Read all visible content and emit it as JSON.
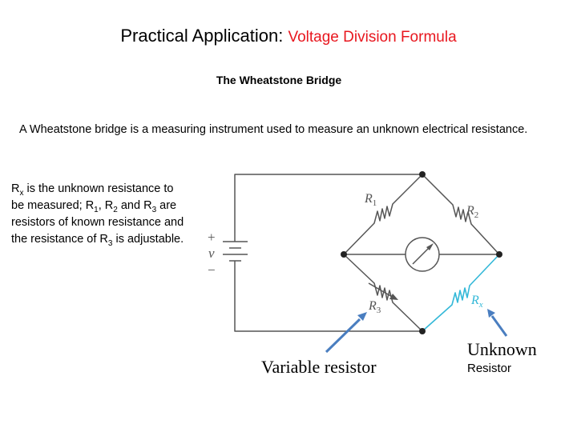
{
  "slide": {
    "title_prefix": "Practical Application:",
    "title_highlight": "Voltage Division Formula",
    "subtitle": "The Wheatstone Bridge",
    "intro": "A Wheatstone bridge is a measuring instrument used to measure an unknown electrical resistance.",
    "description": {
      "p1": "R",
      "s1": "x",
      "p2": " is the unknown resistance to be measured; R",
      "s2": "1",
      "p3": ", R",
      "s3": "2",
      "p4": " and R",
      "s4": "3",
      "p5": " are resistors of known resistance and the resistance of R",
      "s5": "3",
      "p6": " is adjustable."
    }
  },
  "circuit": {
    "r1": {
      "main": "R",
      "sub": "1"
    },
    "r2": {
      "main": "R",
      "sub": "2"
    },
    "r3": {
      "main": "R",
      "sub": "3"
    },
    "rx": {
      "main": "R",
      "sub": "x"
    },
    "source": {
      "symbol": "v",
      "plus": "+",
      "minus": "−"
    },
    "colors": {
      "wire": "#555555",
      "unknown_branch": "#33b8d8",
      "arrow": "#4a7ec0"
    }
  },
  "callouts": {
    "variable": "Variable resistor",
    "unknown_line1": "Unknown",
    "unknown_line2": "Resistor"
  }
}
